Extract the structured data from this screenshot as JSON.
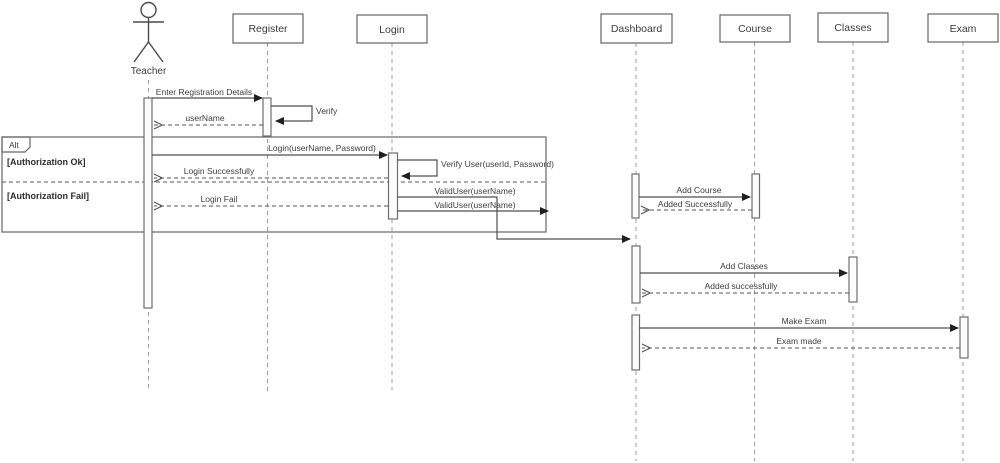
{
  "diagram_type": "uml-sequence-diagram",
  "colors": {
    "background": "#ffffff",
    "box_border": "#666666",
    "message_line": "#4f4f4f",
    "arrowhead": "#1f1f1f",
    "lifeline": "#9e9e9e",
    "text": "#3d3d3d"
  },
  "actor": {
    "label": "Teacher"
  },
  "participants": [
    {
      "label": "Register"
    },
    {
      "label": "Login"
    },
    {
      "label": "Dashboard"
    },
    {
      "label": "Course"
    },
    {
      "label": "Classes"
    },
    {
      "label": "Exam"
    }
  ],
  "fragment": {
    "operator": "Alt",
    "guard_ok": "[Authorization Ok]",
    "guard_fail": "[Authorization Fail]"
  },
  "messages": {
    "enter_registration": "Enter Registration Details",
    "verify": "Verify",
    "username": "userName",
    "login": "Login(userName, Password)",
    "verify_user": "Verify User(userId, Password)",
    "login_success": "Login Successfully",
    "login_fail": "Login Fail",
    "valid_user_1": "ValidUser(userName)",
    "valid_user_2": "ValidUser(userName)",
    "add_course": "Add Course",
    "added_successfully": "Added Successfully",
    "add_classes": "Add Classes",
    "added_successfully_2": "Added successfully",
    "make_exam": "Make Exam",
    "exam_made": "Exam made"
  }
}
